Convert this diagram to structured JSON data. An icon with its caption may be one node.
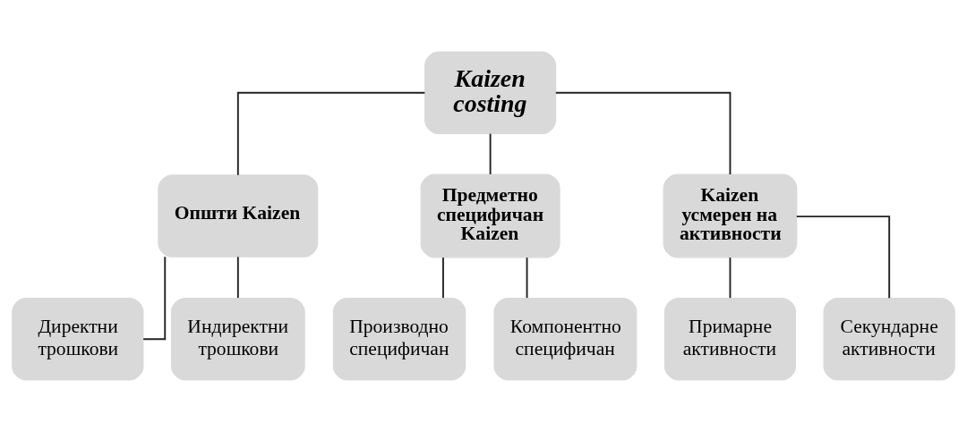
{
  "diagram": {
    "nodes": [
      {
        "text": [
          "Kaizen costing"
        ]
      },
      {
        "text": [
          "Општи Kaizen"
        ]
      },
      {
        "text": [
          "Предметно специфичан Kaizen"
        ]
      },
      {
        "text": [
          "Kaizen усмерен на активности"
        ]
      },
      {
        "text": [
          "Директни трошкови"
        ]
      },
      {
        "text": [
          "Индиректни трошкови"
        ]
      },
      {
        "text": [
          "Производно специфичан"
        ]
      },
      {
        "text": [
          "Компонентно специфичан"
        ]
      },
      {
        "text": [
          "Примарне активности"
        ]
      },
      {
        "text": [
          "Секундарне активности"
        ]
      }
    ],
    "edges": [
      {
        "from": 0,
        "to": 1,
        "arrow": "none"
      },
      {
        "from": 0,
        "to": 2,
        "arrow": "none"
      },
      {
        "from": 0,
        "to": 3,
        "arrow": "none"
      },
      {
        "from": 1,
        "to": 4,
        "arrow": "none"
      },
      {
        "from": 1,
        "to": 5,
        "arrow": "none"
      },
      {
        "from": 2,
        "to": 6,
        "arrow": "none"
      },
      {
        "from": 2,
        "to": 7,
        "arrow": "none"
      },
      {
        "from": 3,
        "to": 8,
        "arrow": "none"
      },
      {
        "from": 3,
        "to": 9,
        "arrow": "none"
      }
    ]
  }
}
